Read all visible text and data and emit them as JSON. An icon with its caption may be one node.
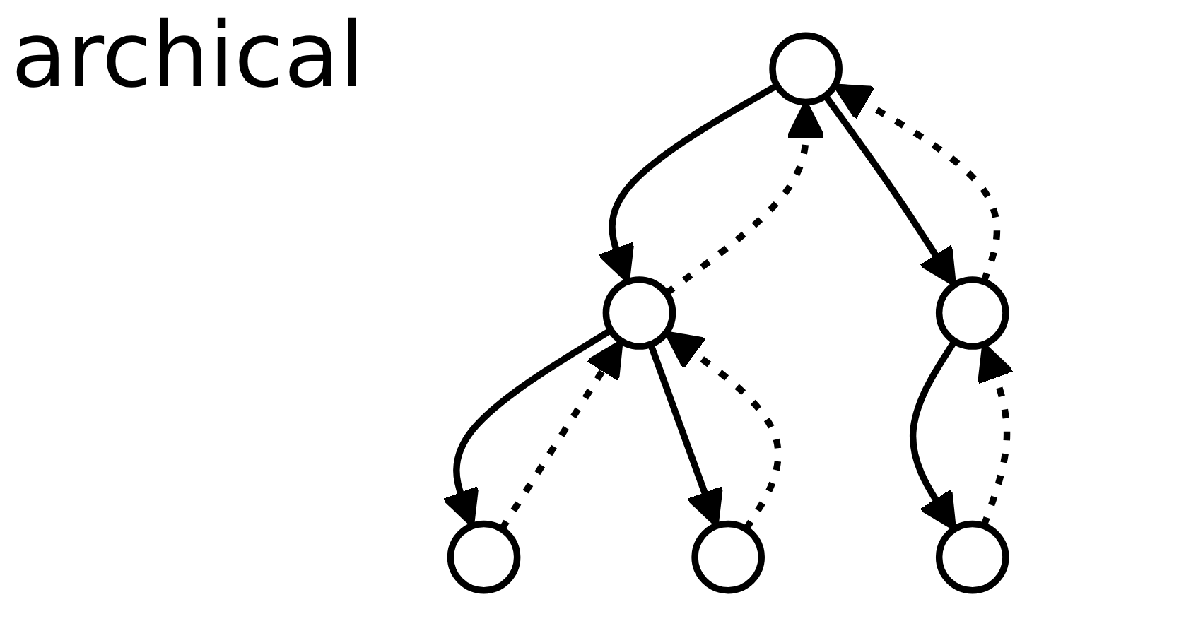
{
  "diagram": {
    "title": "archical",
    "nodes": [
      {
        "text": [],
        "shape": "circle"
      },
      {
        "text": [],
        "shape": "circle"
      },
      {
        "text": [],
        "shape": "circle"
      },
      {
        "text": [],
        "shape": "circle"
      },
      {
        "text": [],
        "shape": "circle"
      },
      {
        "text": [],
        "shape": "circle"
      }
    ],
    "edges": [
      {
        "from": 0,
        "to": 1,
        "arrow": "to"
      },
      {
        "from": 1,
        "to": 0,
        "arrow": "to",
        "style": "dashed"
      },
      {
        "from": 0,
        "to": 2,
        "arrow": "to"
      },
      {
        "from": 2,
        "to": 0,
        "arrow": "to",
        "style": "dashed"
      },
      {
        "from": 1,
        "to": 3,
        "arrow": "to"
      },
      {
        "from": 3,
        "to": 1,
        "arrow": "to",
        "style": "dashed"
      },
      {
        "from": 1,
        "to": 4,
        "arrow": "to"
      },
      {
        "from": 4,
        "to": 1,
        "arrow": "to",
        "style": "dashed"
      },
      {
        "from": 2,
        "to": 5,
        "arrow": "to"
      },
      {
        "from": 5,
        "to": 2,
        "arrow": "to",
        "style": "dashed"
      }
    ]
  }
}
